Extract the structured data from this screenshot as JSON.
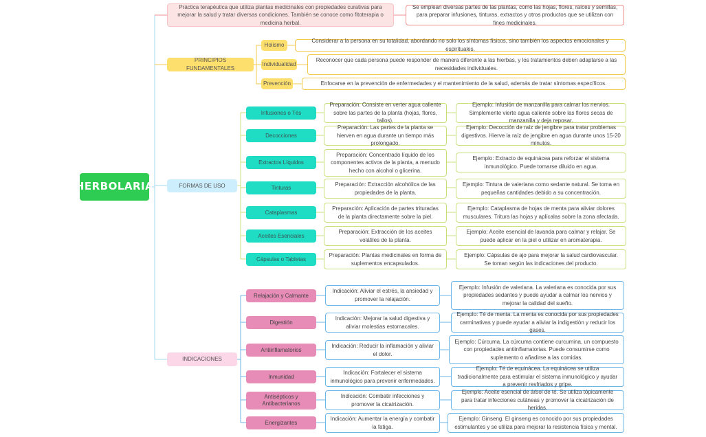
{
  "root": "HERBOLARIA",
  "definition": {
    "text": "Práctica terapéutica que utiliza plantas medicinales con propiedades curativas para mejorar la salud y tratar diversas condiciones. También se conoce como fitoterapia o medicina herbal.",
    "detail": "Se emplean diversas partes de las plantas, como las hojas, flores, raíces y semillas, para preparar infusiones, tinturas, extractos y otros productos que se utilizan con fines medicinales."
  },
  "principios": {
    "title": "PRINCIPIOS FUNDAMENTALES",
    "items": [
      {
        "label": "Holismo",
        "text": "Considerar a la persona en su totalidad, abordando no solo los síntomas físicos, sino también los aspectos emocionales y espirituales."
      },
      {
        "label": "Individualidad",
        "text": "Reconocer que cada persona puede responder de manera diferente a las hierbas, y los tratamientos deben adaptarse a las necesidades individuales."
      },
      {
        "label": "Prevención",
        "text": "Enfocarse en la prevención de enfermedades y el mantenimiento de la salud, además de tratar síntomas específicos."
      }
    ]
  },
  "formas": {
    "title": "FORMAS DE USO",
    "items": [
      {
        "label": "Infusiones o Tés",
        "prep": "Preparación: Consiste en verter agua caliente sobre las partes de la planta (hojas, flores, tallos).",
        "example": "Ejemplo: Infusión de manzanilla para calmar los nervios. Simplemente vierte agua caliente sobre las flores secas de manzanilla y deja reposar."
      },
      {
        "label": "Decocciones",
        "prep": "Preparación: Las partes de la planta se hierven en agua durante un tiempo más prolongado.",
        "example": "Ejemplo: Decocción de raíz de jengibre para tratar problemas digestivos. Hierve la raíz de jengibre en agua durante unos 15-20 minutos."
      },
      {
        "label": "Extractos Líquidos",
        "prep": "Preparación: Concentrado líquido de los componentes activos de la planta, a menudo hecho con alcohol o glicerina.",
        "example": "Ejemplo: Extracto de equinácea para reforzar el sistema inmunológico. Puede tomarse diluido en agua."
      },
      {
        "label": "Tinturas",
        "prep": "Preparación: Extracción alcohólica de las propiedades de la planta.",
        "example": "Ejemplo: Tintura de valeriana como sedante natural. Se toma en pequeñas cantidades debido a su concentración."
      },
      {
        "label": "Cataplasmas",
        "prep": "Preparación: Aplicación de partes trituradas de la planta directamente sobre la piel.",
        "example": "Ejemplo: Cataplasma de hojas de menta para aliviar dolores musculares. Tritura las hojas y aplícalas sobre la zona afectada."
      },
      {
        "label": "Aceites Esenciales",
        "prep": "Preparación: Extracción de los aceites volátiles de la planta.",
        "example": "Ejemplo: Aceite esencial de lavanda para calmar y relajar. Se puede aplicar en la piel o utilizar en aromaterapia."
      },
      {
        "label": "Cápsulas o Tabletas",
        "prep": "Preparación: Plantas medicinales en forma de suplementos encapsulados.",
        "example": "Ejemplo: Cápsulas de ajo para mejorar la salud cardiovascular. Se toman según las indicaciones del producto."
      }
    ]
  },
  "indicaciones": {
    "title": "INDICACIONES",
    "items": [
      {
        "label": "Relajación y Calmante",
        "ind": "Indicación: Aliviar el estrés, la ansiedad y promover la relajación.",
        "example": "Ejemplo: Infusión de valeriana. La valeriana es conocida por sus propiedades sedantes y puede ayudar a calmar los nervios y mejorar la calidad del sueño."
      },
      {
        "label": "Digestión",
        "ind": "Indicación: Mejorar la salud digestiva y aliviar molestias estomacales.",
        "example": "Ejemplo: Té de menta. La menta es conocida por sus propiedades carminativas y puede ayudar a aliviar la indigestión y reducir los gases."
      },
      {
        "label": "Antiinflamatorios",
        "ind": "Indicación: Reducir la inflamación y aliviar el dolor.",
        "example": "Ejemplo: Cúrcuma. La cúrcuma contiene curcumina, un compuesto con propiedades antiinflamatorias. Puede consumirse como suplemento o añadirse a las comidas."
      },
      {
        "label": "Inmunidad",
        "ind": "Indicación: Fortalecer el sistema inmunológico para prevenir enfermedades.",
        "example": "Ejemplo: Té de equinácea. La equinácea se utiliza tradicionalmente para estimular el sistema inmunológico y ayudar a prevenir resfriados y gripe."
      },
      {
        "label": "Antisépticos y Antibacterianos",
        "ind": "Indicación: Combatir infecciones y promover la cicatrización.",
        "example": "Ejemplo: Aceite esencial de árbol de té. Se utiliza tópicamente para tratar infecciones cutáneas y promover la cicatrización de heridas."
      },
      {
        "label": "Energizantes",
        "ind": "Indicación: Aumentar la energía y combatir la fatiga.",
        "example": "Ejemplo: Ginseng. El ginseng es conocido por sus propiedades estimulantes y se utiliza para mejorar la resistencia física y mental."
      }
    ]
  },
  "colors": {
    "root": "#2ecc52",
    "definition_line": "#f08c8c",
    "principios_line": "#f2c94c",
    "formas_line": "#c9e07a",
    "indicaciones_line": "#6cb6e8",
    "trunk_line": "#9fd9ef"
  }
}
